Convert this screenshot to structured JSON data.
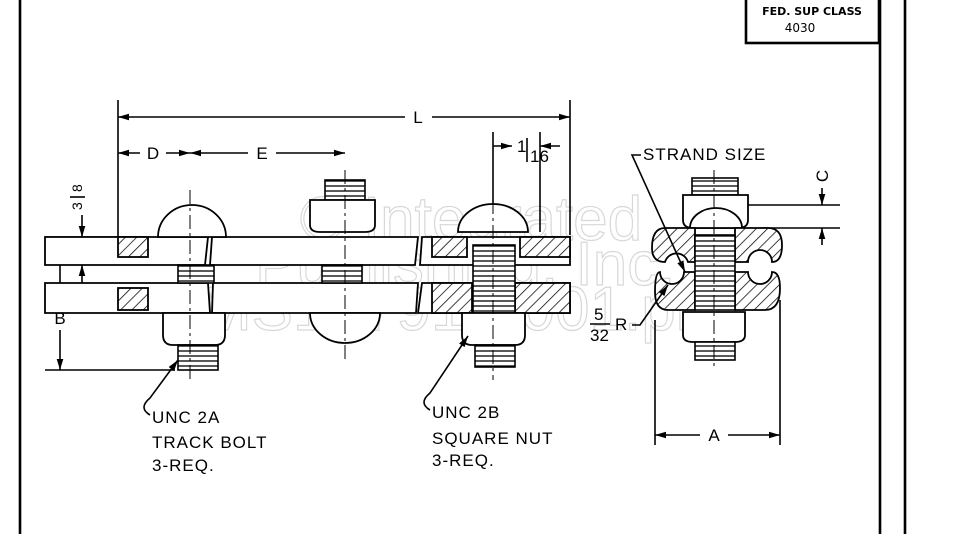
{
  "title_block": {
    "label": "FED. SUP CLASS",
    "value": "4030"
  },
  "dimensions": {
    "L": "L",
    "D": "D",
    "E": "E",
    "B": "B",
    "A": "A",
    "C": "C",
    "three_eighths": {
      "num": "3",
      "den": "8"
    },
    "one_sixteenth": {
      "num": "1",
      "den": "16"
    },
    "radius": {
      "num": "5",
      "den": "32",
      "suffix": "R"
    }
  },
  "callouts": {
    "strand_size": "STRAND SIZE",
    "bolt": {
      "thread": "UNC 2A",
      "name": "TRACK BOLT",
      "qty": "3-REQ."
    },
    "nut": {
      "thread": "UNC 2B",
      "name": "SQUARE NUT",
      "qty": "3-REQ."
    }
  },
  "watermark": [
    "© Integrated",
    "Publishing, Inc.",
    "MS16791-0001.png"
  ]
}
